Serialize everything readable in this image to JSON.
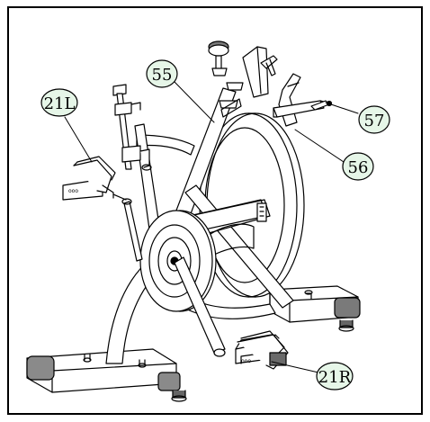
{
  "callouts": {
    "c55": "55",
    "c57": "57",
    "c56": "56",
    "c21l": "21L",
    "c21r": "21R"
  },
  "colors": {
    "callout_fill": "#e6f6e8",
    "callout_stroke": "#000000",
    "line": "#000000",
    "shade": "#9a9a9a"
  }
}
